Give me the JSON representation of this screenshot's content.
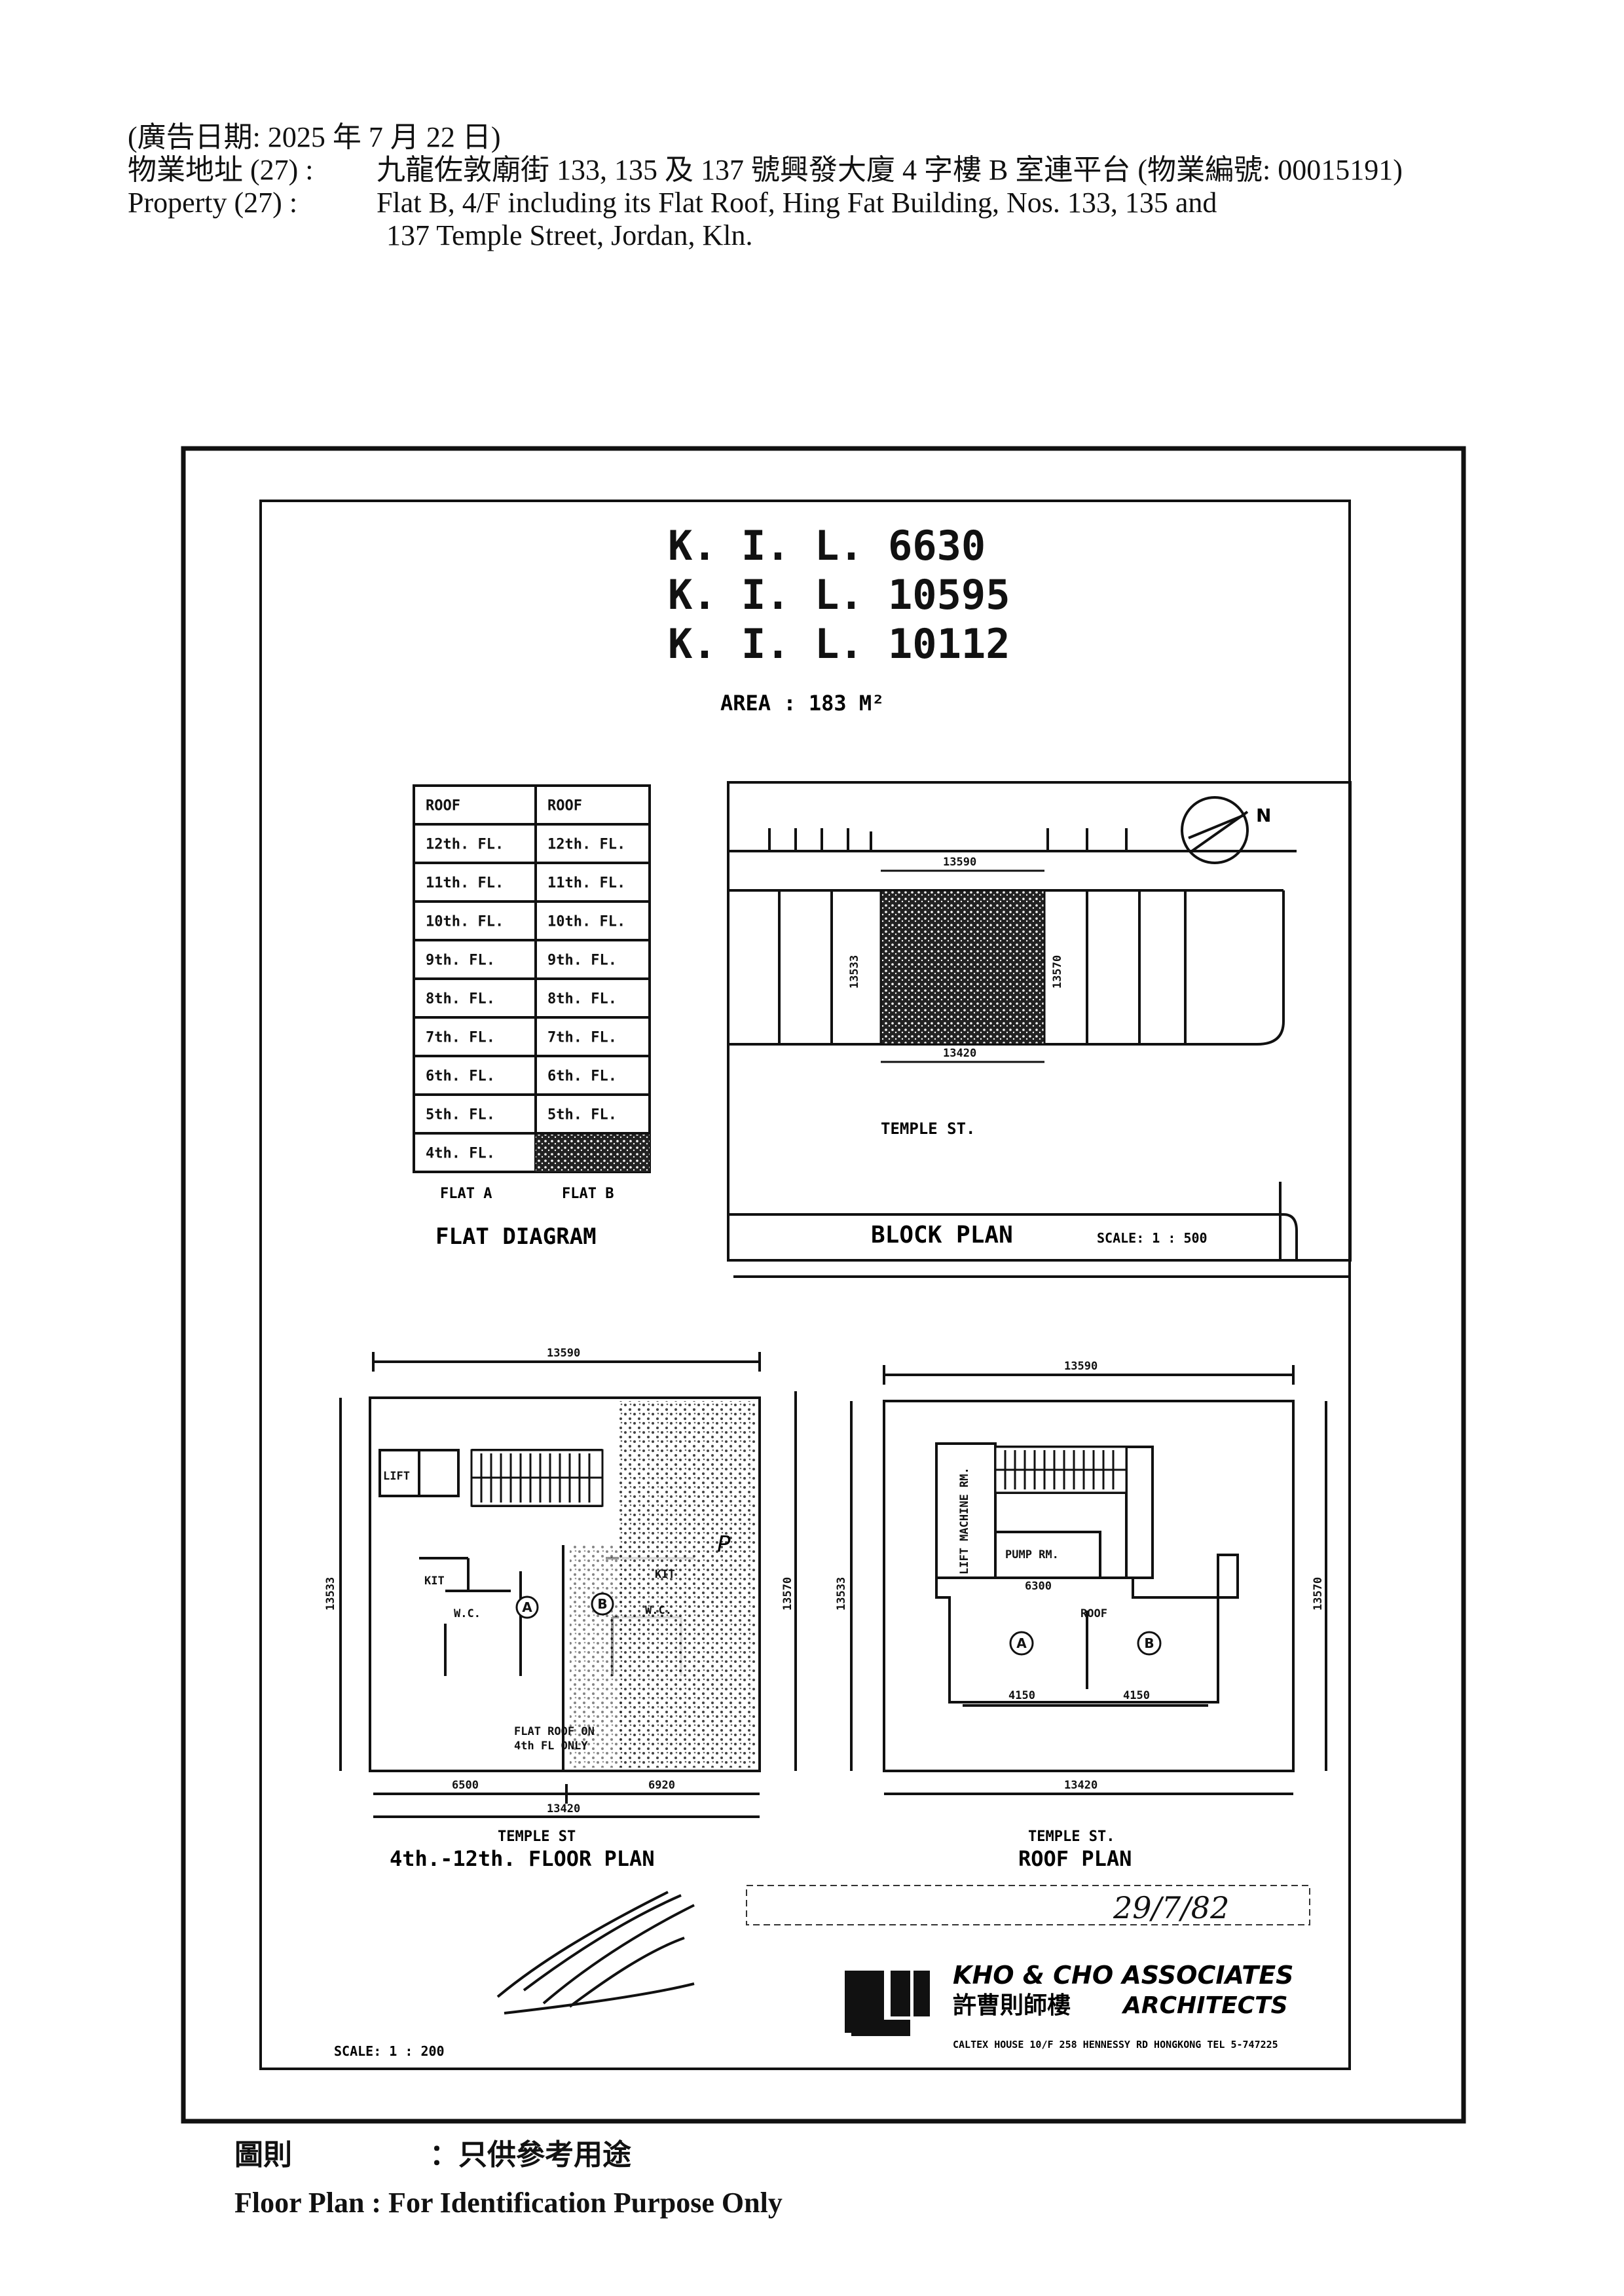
{
  "header": {
    "ad_date": "(廣告日期:   2025 年 7 月 22 日)",
    "addr_zh_label": "物業地址  (27) :",
    "addr_zh": "九龍佐敦廟街 133, 135 及 137 號興發大廈 4 字樓 B 室連平台  (物業編號: 00015191)",
    "addr_en_label": "Property   (27) :",
    "addr_en_1": "Flat B, 4/F including its Flat Roof, Hing Fat Building, Nos. 133, 135 and",
    "addr_en_2": "137 Temple Street, Jordan, Kln."
  },
  "plan": {
    "lots": [
      "K. I. L.  6630",
      "K. I. L.  10595",
      "K. I. L.  10112"
    ],
    "area": "AREA :   183 M²",
    "flat_diagram": {
      "rows": [
        [
          "ROOF",
          "ROOF"
        ],
        [
          "12th. FL.",
          "12th. FL."
        ],
        [
          "11th. FL.",
          "11th. FL."
        ],
        [
          "10th. FL.",
          "10th. FL."
        ],
        [
          "9th. FL.",
          "9th. FL."
        ],
        [
          "8th. FL.",
          "8th. FL."
        ],
        [
          "7th. FL.",
          "7th. FL."
        ],
        [
          "6th. FL.",
          "6th. FL."
        ],
        [
          "5th. FL.",
          "5th. FL."
        ],
        [
          "4th. FL.",
          ""
        ]
      ],
      "col_a": "FLAT A",
      "col_b": "FLAT B",
      "title": "FLAT DIAGRAM"
    },
    "block_plan": {
      "dim_top": "13590",
      "dim_left": "13533",
      "dim_right": "13570",
      "dim_bottom": "13420",
      "street": "TEMPLE   ST.",
      "north": "N",
      "title": "BLOCK   PLAN",
      "scale": "SCALE:  1 : 500"
    },
    "floor_plan": {
      "dim_top": "13590",
      "dim_left": "13533",
      "dim_right": "13570",
      "dim_bot_a": "6500",
      "dim_bot_b": "6920",
      "dim_bot_total": "13420",
      "lift": "LIFT",
      "kit_a": "KIT",
      "kit_b": "KIT",
      "wc_a": "W.C.",
      "wc_b": "W.C.",
      "flat_a": "A",
      "flat_b": "B",
      "p": "P",
      "flat_roof_1": "FLAT ROOF ON",
      "flat_roof_2": "4th FL ONLY",
      "street": "TEMPLE  ST",
      "title": "4th.-12th. FLOOR PLAN"
    },
    "roof_plan": {
      "dim_top": "13590",
      "dim_left": "13533",
      "dim_right": "13570",
      "dim_bottom": "13420",
      "lift_machine": "LIFT MACHINE RM.",
      "pump": "PUMP RM.",
      "dim_mid": "6300",
      "roof": "ROOF",
      "flat_a": "A",
      "flat_b": "B",
      "dim_a": "4150",
      "dim_b": "4150",
      "street": "TEMPLE   ST.",
      "title": "ROOF  PLAN"
    },
    "stamp_handwriting": "29/7/82",
    "architect": {
      "name_en": "KHO & CHO ASSOCIATES",
      "name_zh": "許曹則師樓",
      "name_en2": "ARCHITECTS",
      "address": "CALTEX HOUSE  10/F  258 HENNESSY RD  HONGKONG  TEL 5-747225"
    },
    "scale": "SCALE:  1 : 200"
  },
  "footer": {
    "zh_label": "圖則",
    "zh_text": "：只供參考用途",
    "en_text": "Floor Plan : For Identification Purpose Only"
  }
}
